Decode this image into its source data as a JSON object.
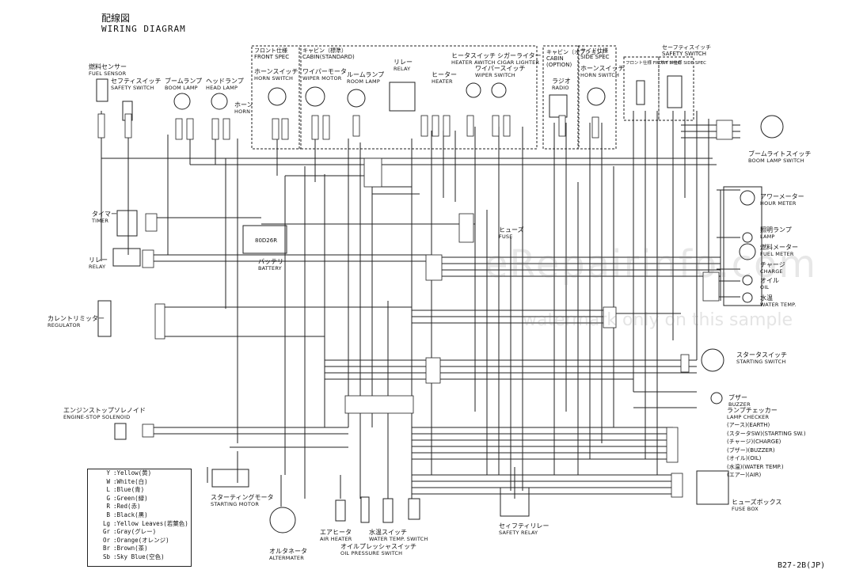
{
  "header": {
    "title_jp": "配線図",
    "title_en": "WIRING DIAGRAM",
    "code": "B27-2B(JP)"
  },
  "watermark": {
    "main": "eRepairinfo.com",
    "sub": "watermark only on this sample"
  },
  "specs": {
    "front_spec_jp": "フロント仕様",
    "front_spec_en": "FRONT SPEC",
    "cabin_std_jp": "キャビン（標準）",
    "cabin_std_en": "CABIN(STANDARD)",
    "cabin_opt_jp": "キャビン（オプション）",
    "cabin_opt_en1": "CABIN",
    "cabin_opt_en2": "(OPTION)",
    "side_spec_jp": "サイド仕様",
    "side_spec_en": "SIDE SPEC",
    "safety_sw_jp": "セーフティスイッチ",
    "safety_sw_en": "SAFETY SWITCH",
    "front_spec2": "フロント仕様 FRONT SPEC",
    "side_spec2": "サイド仕様 SIDE SPEC"
  },
  "components": [
    {
      "name": "fuel-sensor",
      "jp": "燃料センサー",
      "en": "FUEL SENSOR"
    },
    {
      "name": "safety-switch",
      "jp": "セフティスイッチ",
      "en": "SAFETY SWITCH"
    },
    {
      "name": "boom-lamp",
      "jp": "ブームランプ",
      "en": "BOOM LAMP"
    },
    {
      "name": "head-lamp",
      "jp": "ヘッドランプ",
      "en": "HEAD LAMP"
    },
    {
      "name": "horn",
      "jp": "ホーン",
      "en": "HORN"
    },
    {
      "name": "horn-switch-front",
      "jp": "ホーンスイッチ",
      "en": "HORN SWITCH"
    },
    {
      "name": "wiper-motor",
      "jp": "ワイパーモータ",
      "en": "WIPER MOTOR"
    },
    {
      "name": "room-lamp",
      "jp": "ルームランプ",
      "en": "ROOM LAMP"
    },
    {
      "name": "relay-top",
      "jp": "リレー",
      "en": "RELAY"
    },
    {
      "name": "heater",
      "jp": "ヒーター",
      "en": "HEATER"
    },
    {
      "name": "heater-switch",
      "jp": "ヒータスイッチ",
      "en": "HEATER AWITCH"
    },
    {
      "name": "cigar-lighter",
      "jp": "シガーライター",
      "en": "CIGAR LIGHTER"
    },
    {
      "name": "wiper-switch",
      "jp": "ワイパースイッチ",
      "en": "WIPER SWITCH"
    },
    {
      "name": "radio",
      "jp": "ラジオ",
      "en": "RADIO"
    },
    {
      "name": "horn-switch-side",
      "jp": "ホーンスイッチ",
      "en": "HORN SWITCH"
    },
    {
      "name": "boom-lamp-switch",
      "jp": "ブームライトスイッチ",
      "en": "BOOM LAMP SWITCH"
    },
    {
      "name": "timer",
      "jp": "タイマー",
      "en": "TIMER"
    },
    {
      "name": "relay-left",
      "jp": "リレー",
      "en": "RELAY"
    },
    {
      "name": "battery",
      "jp": "バッテリ",
      "en": "BATTERY"
    },
    {
      "name": "fuse",
      "jp": "ヒューズ",
      "en": "FUSE"
    },
    {
      "name": "hour-meter",
      "jp": "アワーメーター",
      "en": "HOUR METER"
    },
    {
      "name": "lamp",
      "jp": "照明ランプ",
      "en": "LAMP"
    },
    {
      "name": "fuel-meter",
      "jp": "燃料メーター",
      "en": "FUEL METER"
    },
    {
      "name": "charge",
      "jp": "チャージ",
      "en": "CHARGE"
    },
    {
      "name": "oil",
      "jp": "オイル",
      "en": "OIL"
    },
    {
      "name": "water-temp",
      "jp": "水温",
      "en": "WATER TEMP."
    },
    {
      "name": "regulator",
      "jp": "カレントリミッター",
      "en": "REGULATOR"
    },
    {
      "name": "starting-switch",
      "jp": "スタータスイッチ",
      "en": "STARTING SWITCH"
    },
    {
      "name": "buzzer",
      "jp": "ブザー",
      "en": "BUZZER"
    },
    {
      "name": "lamp-checker",
      "jp": "ランプチェッカー",
      "en": "LAMP CHECKER"
    },
    {
      "name": "engine-stop-solenoid",
      "jp": "エンジンストップソレノイド",
      "en": "ENGINE-STOP SOLENOID"
    },
    {
      "name": "starting-motor",
      "jp": "スターティングモータ",
      "en": "STARTING MOTOR"
    },
    {
      "name": "alternator",
      "jp": "オルタネータ",
      "en": "ALTERMATER"
    },
    {
      "name": "air-heater",
      "jp": "エアヒータ",
      "en": "AIR HEATER"
    },
    {
      "name": "water-temp-switch",
      "jp": "水温スイッチ",
      "en": "WATER TEMP. SWITCH"
    },
    {
      "name": "oil-pressure-switch",
      "jp": "オイルプレッシャスイッチ",
      "en": "OIL PRESSURE SWITCH"
    },
    {
      "name": "safety-relay",
      "jp": "セィフティリレー",
      "en": "SAFETY RELAY"
    },
    {
      "name": "fuse-box",
      "jp": "ヒューズボックス",
      "en": "FUSE BOX"
    }
  ],
  "battery_model": "80D26R",
  "lamp_checker_items": [
    "(アース)(EARTH)",
    "(スタータSW)(STARTING SW.)",
    "(チャージ)(CHARGE)",
    "(ブザー)(BUZZER)",
    "(オイル)(OIL)",
    "(水温)(WATER TEMP.)",
    "(エアー)(AIR)"
  ],
  "legend": [
    {
      "code": "Y",
      "color": "Yellow(黄)"
    },
    {
      "code": "W",
      "color": "White(白)"
    },
    {
      "code": "L",
      "color": "Blue(青)"
    },
    {
      "code": "G",
      "color": "Green(緑)"
    },
    {
      "code": "R",
      "color": "Red(赤)"
    },
    {
      "code": "B",
      "color": "Black(黒)"
    },
    {
      "code": "Lg",
      "color": "Yellow Leaves(若葉色)"
    },
    {
      "code": "Gr",
      "color": "Gray(グレー)"
    },
    {
      "code": "Or",
      "color": "Orange(オレンジ)"
    },
    {
      "code": "Br",
      "color": "Brown(茶)"
    },
    {
      "code": "Sb",
      "color": "Sky Blue(空色)"
    }
  ]
}
